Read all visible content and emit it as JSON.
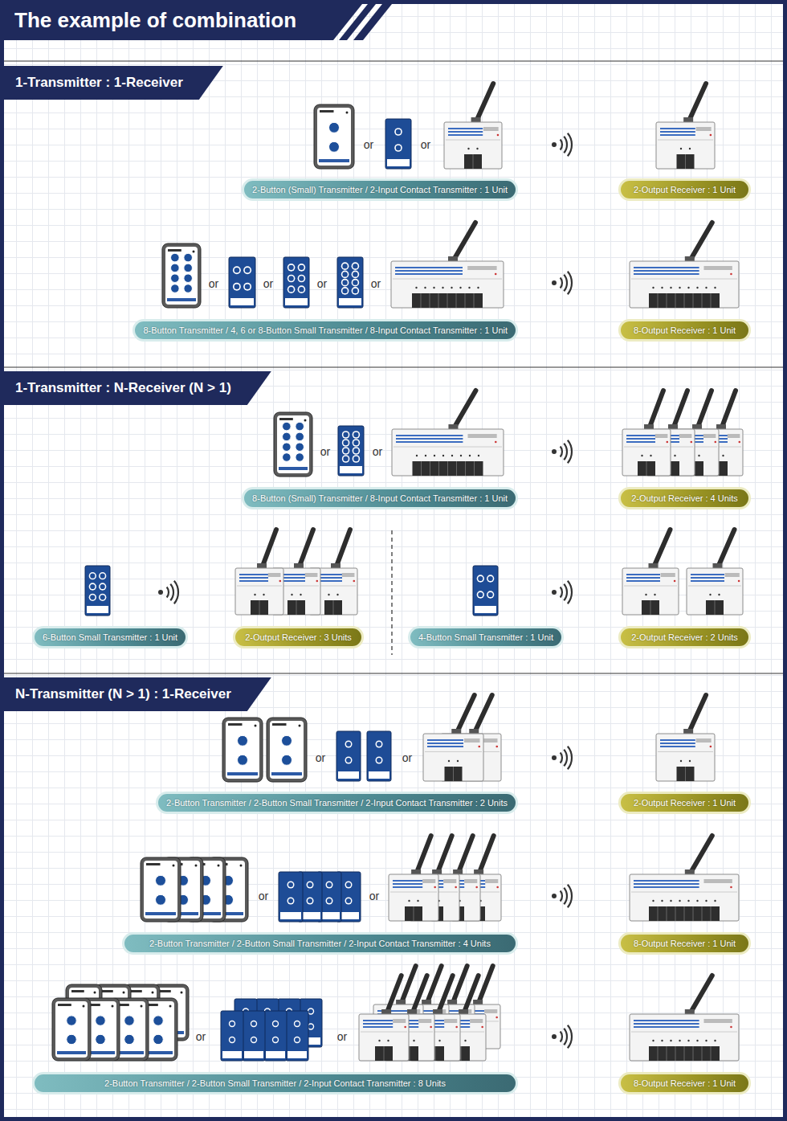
{
  "diagram": {
    "title": "The example of combination",
    "nodes": [
      {
        "text": [
          "The example of combination"
        ]
      },
      {
        "text": [
          "1-Transmitter : 1-Receiver"
        ]
      },
      {
        "text": [
          "2-Button (Small) Transmitter / 2-Input Contact Transmitter : 1 Unit"
        ]
      },
      {
        "text": [
          "2-Output Receiver : 1 Unit"
        ]
      },
      {
        "text": [
          "8-Button Transmitter / 4, 6 or 8-Button Small Transmitter / 8-Input Contact Transmitter : 1 Unit"
        ]
      },
      {
        "text": [
          "8-Output Receiver : 1 Unit"
        ]
      },
      {
        "text": [
          "1-Transmitter : N-Receiver (N > 1)"
        ]
      },
      {
        "text": [
          "8-Button (Small) Transmitter / 8-Input Contact Transmitter : 1 Unit"
        ]
      },
      {
        "text": [
          "2-Output Receiver : 4 Units"
        ]
      },
      {
        "text": [
          "6-Button Small Transmitter : 1 Unit"
        ]
      },
      {
        "text": [
          "2-Output Receiver : 3 Units"
        ]
      },
      {
        "text": [
          "4-Button Small Transmitter : 1 Unit"
        ]
      },
      {
        "text": [
          "2-Output Receiver : 2 Units"
        ]
      },
      {
        "text": [
          "N-Transmitter (N > 1) : 1-Receiver"
        ]
      },
      {
        "text": [
          "2-Button Transmitter / 2-Button Small Transmitter / 2-Input Contact Transmitter : 2 Units"
        ]
      },
      {
        "text": [
          "2-Output Receiver : 1 Unit"
        ]
      },
      {
        "text": [
          "2-Button Transmitter / 2-Button Small Transmitter / 2-Input Contact Transmitter : 4 Units"
        ]
      },
      {
        "text": [
          "8-Output Receiver : 1 Unit"
        ]
      },
      {
        "text": [
          "2-Button Transmitter / 2-Button Small Transmitter / 2-Input Contact Transmitter : 8 Units"
        ]
      },
      {
        "text": [
          "8-Output Receiver : 1 Unit"
        ]
      }
    ],
    "labels": [
      "or",
      "or",
      "or",
      "or",
      "or",
      "or",
      "or",
      "or",
      "or",
      "or",
      "or",
      "or",
      "or",
      "or"
    ]
  }
}
